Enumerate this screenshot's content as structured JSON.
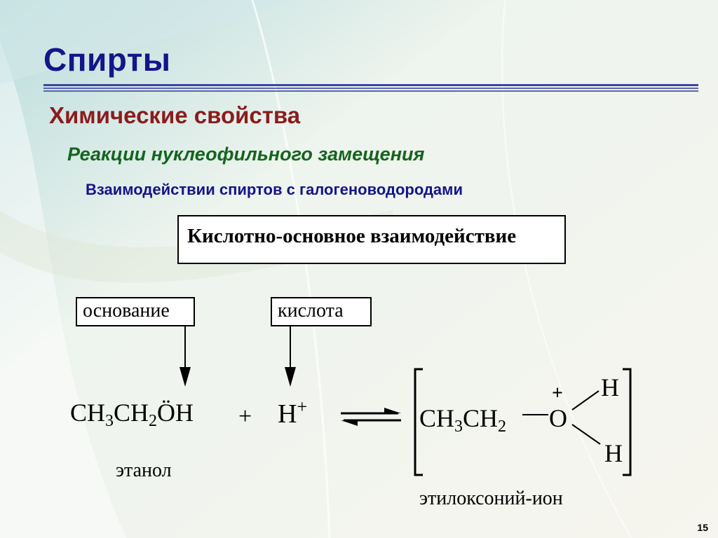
{
  "slide": {
    "title": "Спирты",
    "heading": "Химические свойства",
    "subheading": "Реакции нуклеофильного замещения",
    "topic": "Взаимодействии спиртов с галогеноводородами",
    "box_text": "Кислотно-основное взаимодействие",
    "label_base": "основание",
    "label_acid": "кислота",
    "reactant": {
      "ch": "CH",
      "three": "3",
      "ch2": "CH",
      "two": "2",
      "oh": "ÖH"
    },
    "plus": "+",
    "proton": {
      "h": "H",
      "charge": "+"
    },
    "product": {
      "ch": "CH",
      "three": "3",
      "ch2": "CH",
      "two": "2",
      "o": "O",
      "charge": "+",
      "h_top": "H",
      "h_bottom": "H"
    },
    "reactant_name": "этанол",
    "product_name": "этилоксоний-ион",
    "page_number": "15"
  }
}
